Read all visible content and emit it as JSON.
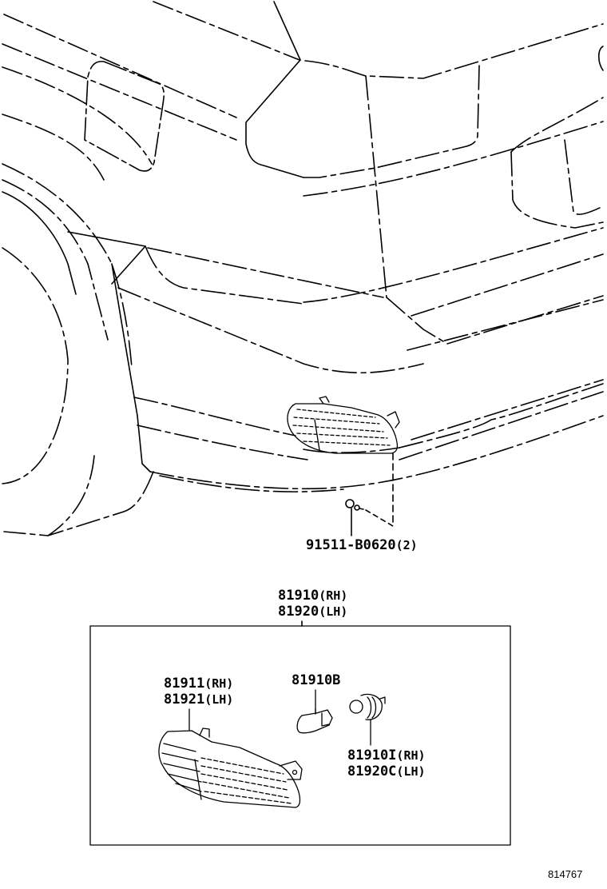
{
  "diagram": {
    "type": "parts-exploded-view",
    "figure_number": "814767",
    "callouts": {
      "screw": {
        "part_no": "91511-B0620",
        "qty": "(2)"
      },
      "assembly": {
        "rh": {
          "part_no": "81910",
          "side": "(RH)"
        },
        "lh": {
          "part_no": "81920",
          "side": "(LH)"
        }
      },
      "lens": {
        "rh": {
          "part_no": "81911",
          "side": "(RH)"
        },
        "lh": {
          "part_no": "81921",
          "side": "(LH)"
        }
      },
      "bulb": {
        "part_no": "81910B"
      },
      "socket": {
        "rh": {
          "part_no": "81910I",
          "side": "(RH)"
        },
        "lh": {
          "part_no": "81920C",
          "side": "(LH)"
        }
      }
    },
    "colors": {
      "line": "#000000",
      "background": "#ffffff"
    }
  }
}
